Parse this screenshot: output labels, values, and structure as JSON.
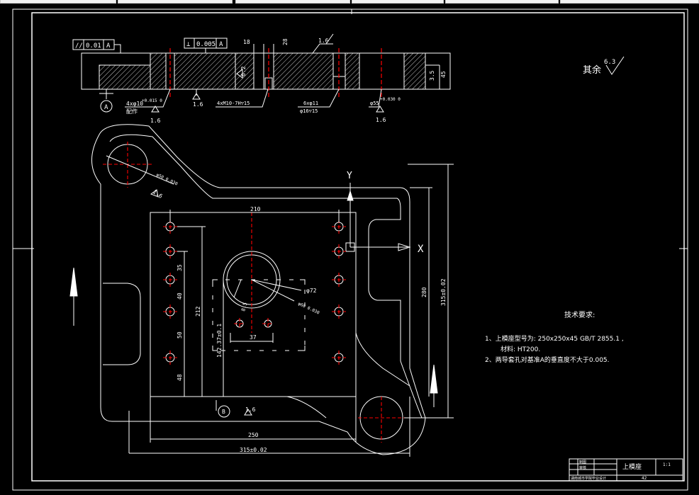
{
  "tabs": [
    "",
    "",
    "",
    "",
    "",
    ""
  ],
  "colors": {
    "background": "#000000",
    "line": "#ffffff",
    "center_line": "#ff0000",
    "border": "#ffffff"
  },
  "section_view": {
    "parallelism_symbol": "//",
    "parallelism_tol": "0.01",
    "parallelism_datum": "A",
    "perp_symbol": "⊥",
    "perp_tol": "0.005",
    "perp_datum": "A",
    "dim_18": "18",
    "dim_28": "28",
    "rough_top": "1.6",
    "rough_mid": "1.6",
    "rough_left": "1.6",
    "rough_right": "1.6",
    "dim_6_2": "6.2",
    "dim_3_5": "3.5",
    "dim_45": "45",
    "datum_a": "A",
    "hole_left": "4xφ10",
    "hole_left_tol": "+0.015 0",
    "hole_left_note": "配作",
    "thread": "4xM10-7H▽15",
    "hole_mid": "6xφ11",
    "hole_mid2": "φ16▽15",
    "hole_right": "φ55",
    "hole_right_tol": "+0.030 0"
  },
  "rest_roughness": {
    "label": "其余",
    "value": "6.3"
  },
  "plan_view": {
    "axis_y": "Y",
    "axis_x": "X",
    "dim_210": "210",
    "dim_35": "35",
    "dim_40": "40",
    "dim_50": "50",
    "dim_48": "48",
    "dim_212": "212",
    "dim_142": "142.37±0.1",
    "dim_37": "37",
    "dim_8_5": "8.5",
    "dim_72": "φ72",
    "dim_phi_small": "φ60 0.030",
    "dim_hole_top": "φ50 0.030",
    "dim_250": "250",
    "dim_315": "315±0.02",
    "dim_280": "280",
    "dim_315v": "315±0.02",
    "rough_hole": "1.6",
    "rough_bottom": "1.6",
    "datum_b": "B"
  },
  "tech_requirements": {
    "heading": "技术要求:",
    "item1": "1、上模座型号为: 250x250x45 GB/T 2855.1 ,",
    "item1b": "材料: HT200.",
    "item2": "2、两导套孔对基准A的垂直度不大于0.005."
  },
  "title_block": {
    "part_name": "上模座",
    "scale": "1:1",
    "school": "湖南城市学院毕业设计",
    "drawn": "制图",
    "checked": "审核",
    "code": "42"
  }
}
